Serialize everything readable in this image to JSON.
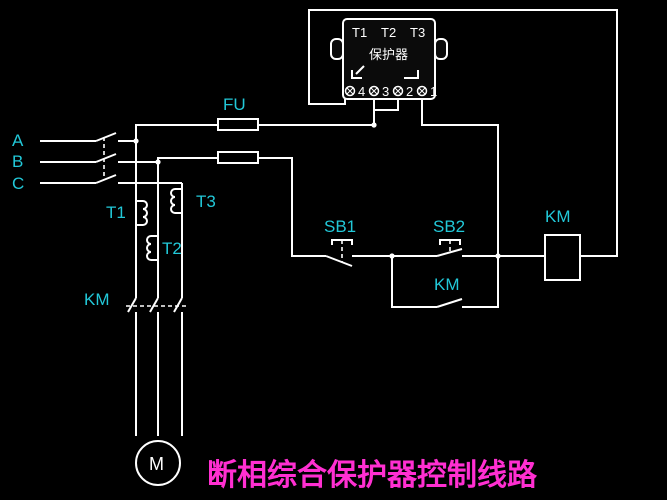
{
  "phases": [
    "A",
    "B",
    "C"
  ],
  "labels": {
    "fu": "FU",
    "t1": "T1",
    "t2": "T2",
    "t3": "T3",
    "sb1": "SB1",
    "sb2": "SB2",
    "km_contact": "KM",
    "km_coil": "KM",
    "km_main": "KM",
    "motor": "M"
  },
  "protector": {
    "title": "保护器",
    "inputs": [
      "T1",
      "T2",
      "T3"
    ],
    "terminals": [
      "4",
      "3",
      "2",
      "1"
    ]
  },
  "caption": "断相综合保护器控制线路",
  "colors": {
    "label": "#22c8d8",
    "caption": "#ff2fd1",
    "wire": "#ffffff",
    "background": "#000000"
  }
}
